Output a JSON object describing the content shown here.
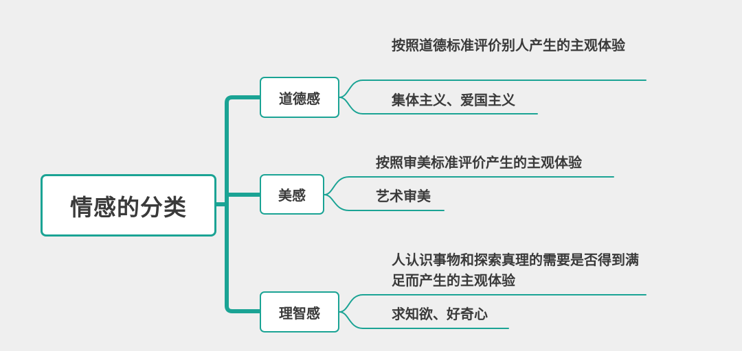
{
  "root": {
    "label": "情感的分类"
  },
  "branches": [
    {
      "label": "道德感",
      "description": "按照道德标准评价别人产生的主观体验",
      "example": "集体主义、爱国主义"
    },
    {
      "label": "美感",
      "description": "按照审美标准评价产生的主观体验",
      "example": "艺术审美"
    },
    {
      "label": "理智感",
      "description": "人认识事物和探索真理的需要是否得到满足而产生的主观体验",
      "example": "求知欲、好奇心"
    }
  ],
  "colors": {
    "accent": "#1aa394",
    "background": "#efefef",
    "text": "#3a3a3a"
  }
}
